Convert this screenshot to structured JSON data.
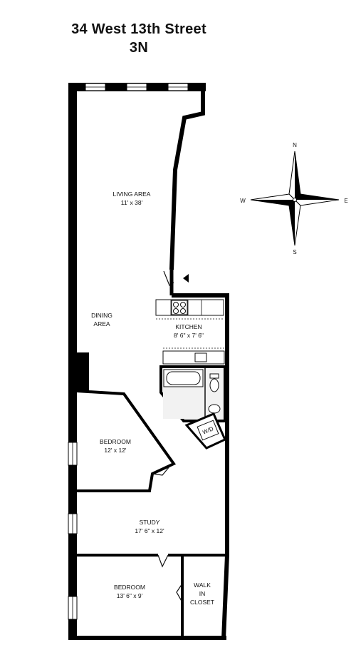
{
  "header": {
    "address": "34 West 13th Street",
    "unit": "3N"
  },
  "rooms": {
    "living": {
      "name": "LIVING AREA",
      "dims": "11' x 38'"
    },
    "dining": {
      "line1": "DINING",
      "line2": "AREA"
    },
    "kitchen": {
      "name": "KITCHEN",
      "dims": "8' 6\" x 7' 6\""
    },
    "bedroom1": {
      "name": "BEDROOM",
      "dims": "12' x 12'"
    },
    "study": {
      "name": "STUDY",
      "dims": "17' 6\" x 12'"
    },
    "bedroom2": {
      "name": "BEDROOM",
      "dims": "13' 6\" x 9'"
    },
    "closet": {
      "line1": "WALK",
      "line2": "IN",
      "line3": "CLOSET"
    },
    "washer_dryer": "W/D"
  },
  "compass": {
    "n": "N",
    "s": "S",
    "e": "E",
    "w": "W"
  },
  "colors": {
    "wall": "#000000",
    "line": "#111111",
    "fixture": "#e6e6e6"
  }
}
